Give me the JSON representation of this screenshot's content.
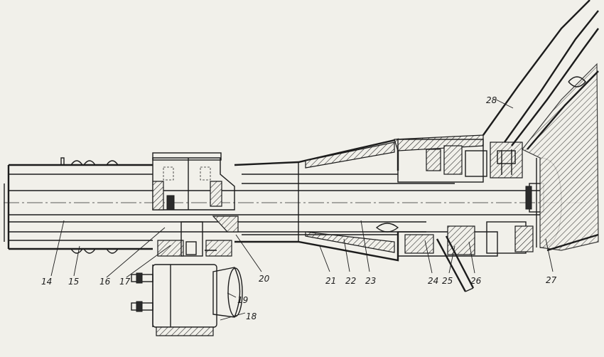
{
  "labels": [
    {
      "id": "14",
      "text": "14"
    },
    {
      "id": "15",
      "text": "15"
    },
    {
      "id": "16",
      "text": "16"
    },
    {
      "id": "17",
      "text": "17"
    },
    {
      "id": "18",
      "text": "18"
    },
    {
      "id": "19",
      "text": "19"
    },
    {
      "id": "20",
      "text": "20"
    },
    {
      "id": "21",
      "text": "21"
    },
    {
      "id": "22",
      "text": "22"
    },
    {
      "id": "23",
      "text": "23"
    },
    {
      "id": "24",
      "text": "24"
    },
    {
      "id": "25",
      "text": "25"
    },
    {
      "id": "26",
      "text": "26"
    },
    {
      "id": "27",
      "text": "27"
    },
    {
      "id": "28",
      "text": "28"
    }
  ]
}
